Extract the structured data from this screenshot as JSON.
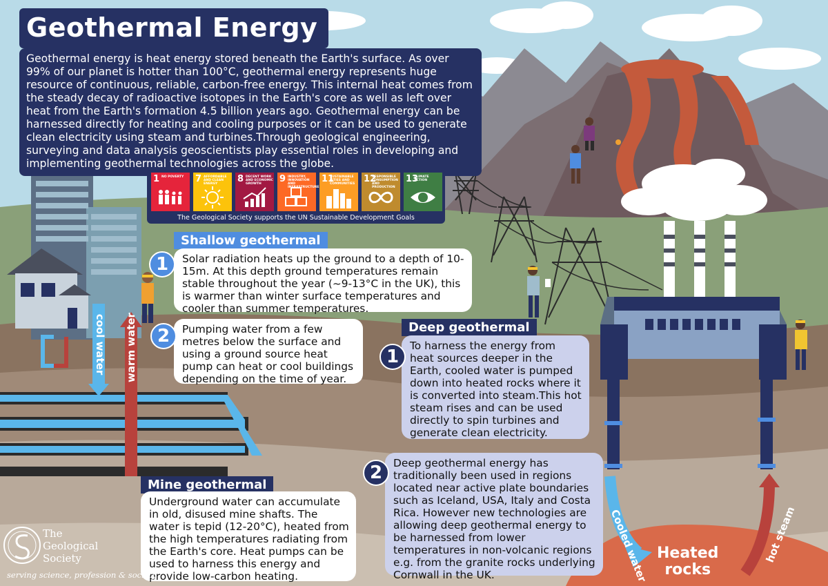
{
  "title": "Geothermal Energy",
  "intro": "Geothermal energy is heat energy stored beneath the Earth's surface. As over 99% of our planet is hotter than 100°C, geothermal energy represents huge resource of continuous, reliable, carbon-free energy. This internal heat comes from the steady decay of radioactive isotopes in the Earth's core as well as left over heat from the Earth's formation 4.5 billion years ago. Geothermal energy can be harnessed directly for heating and cooling purposes or it can be used to generate clean electricity using steam and turbines.Through geological engineering, surveying and data analysis geoscientists play essential roles in developing and implementing geothermal technologies across the globe.",
  "sdg": {
    "caption": "The Geological Society supports the UN Sustainable Development Goals",
    "tiles": [
      {
        "num": "1",
        "label": "NO POVERTY",
        "color": "#e5243b",
        "icon": "family-icon"
      },
      {
        "num": "7",
        "label": "AFFORDABLE AND CLEAN ENERGY",
        "color": "#fcc30b",
        "icon": "sun-icon"
      },
      {
        "num": "8",
        "label": "DECENT WORK AND ECONOMIC GROWTH",
        "color": "#a21942",
        "icon": "growth-chart-icon"
      },
      {
        "num": "9",
        "label": "INDUSTRY, INNOVATION AND INFRASTRUCTURE",
        "color": "#fd6925",
        "icon": "cubes-icon"
      },
      {
        "num": "11",
        "label": "SUSTAINABLE CITIES AND COMMUNITIES",
        "color": "#fd9d24",
        "icon": "city-icon"
      },
      {
        "num": "12",
        "label": "RESPONSIBLE CONSUMPTION AND PRODUCTION",
        "color": "#bf8b2e",
        "icon": "infinity-icon"
      },
      {
        "num": "13",
        "label": "CLIMATE ACTION",
        "color": "#3f7e44",
        "icon": "eye-earth-icon"
      }
    ]
  },
  "shallow": {
    "heading": "Shallow geothermal",
    "step1_num": "1",
    "step1_text": "Solar radiation heats up the ground to a depth of 10-15m. At this depth  ground temperatures remain stable throughout the year (~9-13°C in the UK), this is warmer than winter surface temperatures and cooler than  summer temperatures.",
    "step2_num": "2",
    "step2_text": "Pumping water from a few metres below the surface and using a ground source heat pump can heat or cool buildings depending on the time of year."
  },
  "deep": {
    "heading": "Deep geothermal",
    "step1_num": "1",
    "step1_text": "To harness the energy from heat sources deeper in the Earth, cooled water is pumped down into heated rocks where it is converted into steam.This hot steam rises and can be used directly to spin turbines and generate clean electricity.",
    "step2_num": "2",
    "step2_text": "Deep geothermal energy has traditionally been used in regions located near active plate boundaries such as Iceland, USA, Italy and Costa Rica. However new technologies are allowing deep geothermal energy to be harnessed from lower temperatures in non-volcanic regions e.g. from the granite rocks underlying Cornwall in the UK."
  },
  "mine": {
    "heading": "Mine geothermal",
    "text": "Underground water can accumulate in old, disused mine shafts. The water is tepid (12-20°C), heated from the high temperatures radiating from the Earth's core. Heat pumps can be used to harness this energy and provide low-carbon heating."
  },
  "labels": {
    "cool_water": "cool water",
    "warm_water": "warm water",
    "cooled_water": "Cooled water",
    "hot_steam": "hot steam",
    "heated_rocks_1": "Heated",
    "heated_rocks_2": "rocks"
  },
  "society": {
    "line1": "The",
    "line2": "Geological",
    "line3": "Society",
    "tagline": "serving science, profession & society"
  },
  "colors": {
    "navy": "#263163",
    "accent_blue": "#4f8de0",
    "lava": "#c45a3c",
    "warm_pipe": "#b8423c",
    "cool_pipe": "#5ab6ea"
  }
}
